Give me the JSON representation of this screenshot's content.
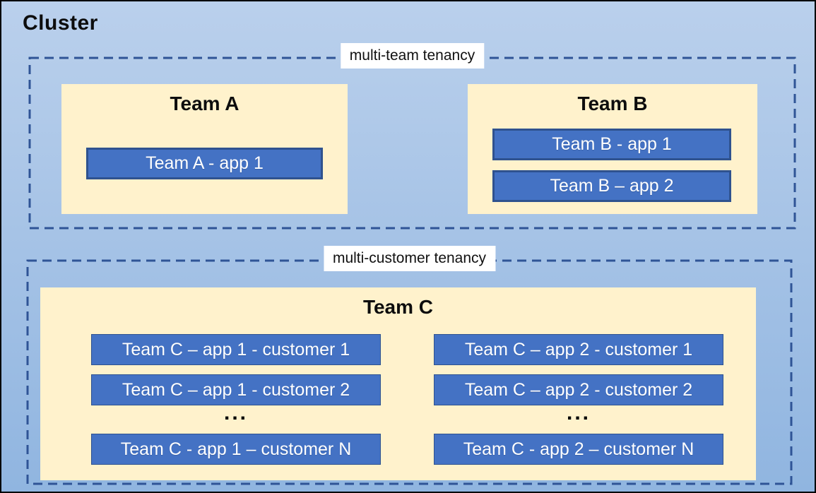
{
  "cluster": {
    "title": "Cluster"
  },
  "sections": {
    "multi_team": {
      "label": "multi-team tenancy",
      "team_a": {
        "title": "Team A",
        "app1": "Team A - app 1"
      },
      "team_b": {
        "title": "Team B",
        "app1": "Team B - app 1",
        "app2": "Team B – app 2"
      }
    },
    "multi_customer": {
      "label": "multi-customer tenancy",
      "team_c": {
        "title": "Team C",
        "col1": {
          "row1": "Team C – app 1 - customer 1",
          "row2": "Team C – app 1 - customer 2",
          "ellipsis": "...",
          "rowN": "Team C - app 1 – customer N"
        },
        "col2": {
          "row1": "Team C – app 2 - customer 1",
          "row2": "Team C – app 2 - customer 2",
          "ellipsis": "...",
          "rowN": "Team C - app 2 – customer N"
        }
      }
    }
  },
  "colors": {
    "canvas_bg_top": "#BAD0EC",
    "canvas_bg_bottom": "#90B5E0",
    "panel_bg": "#FFF2CC",
    "app_fill": "#4472C4",
    "app_border": "#2F528F",
    "dashed_border": "#2F5496",
    "app_text": "#FFFFFF",
    "outer_border": "#000000"
  }
}
